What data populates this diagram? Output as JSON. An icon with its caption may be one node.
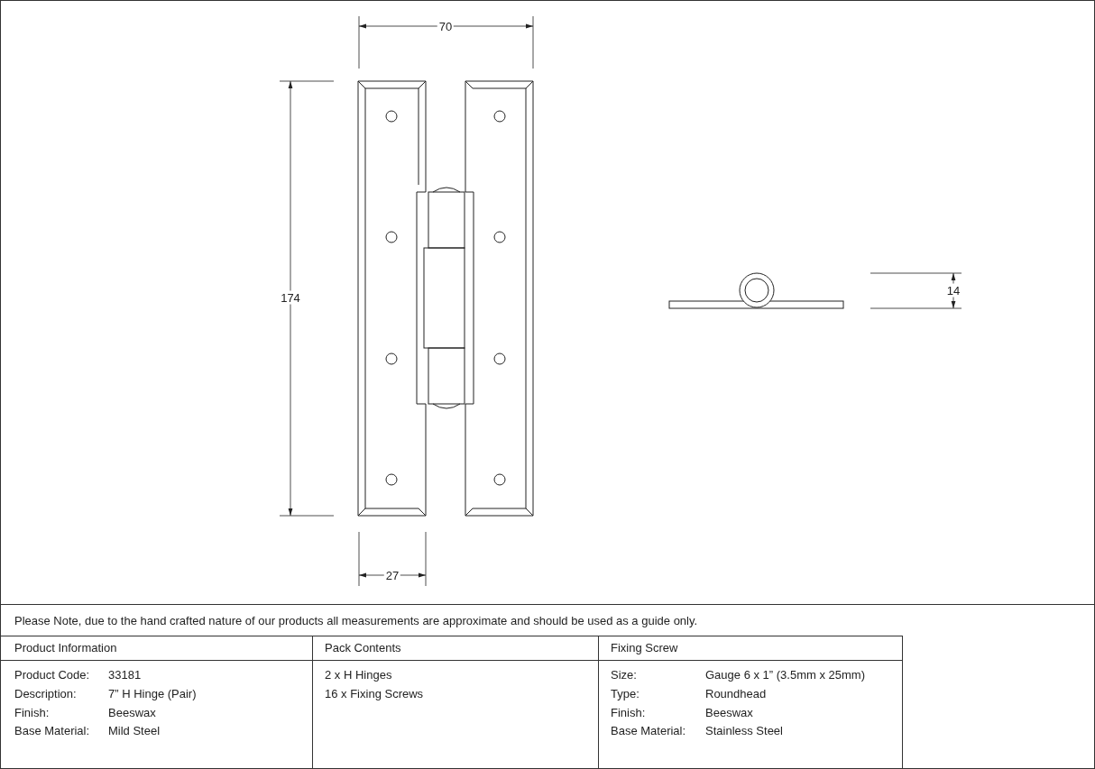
{
  "diagram": {
    "labels": [
      "70",
      "174",
      "27",
      "14",
      "Please Note, due to the hand crafted nature of our products all measurements are approximate and should be used as a guide only.",
      "Product Information",
      "Pack Contents",
      "Fixing Screw",
      "Product Code:",
      "33181",
      "2 x H Hinges",
      "Size:",
      "Gauge 6 x 1” (3.5mm x 25mm)",
      "Description:",
      "7” H Hinge (Pair)",
      "16 x Fixing Screws",
      "Type:",
      "Roundhead",
      "Finish:",
      "Beeswax",
      "Finish:",
      "Beeswax",
      "Base Material:",
      "Mild Steel",
      "Base Material:",
      "Stainless Steel"
    ]
  }
}
